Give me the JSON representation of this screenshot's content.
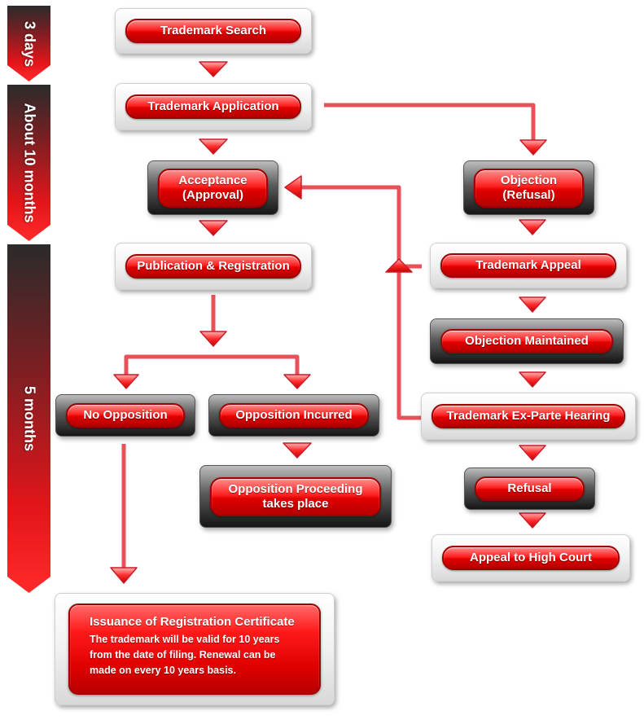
{
  "timeline": [
    {
      "label": "3 days"
    },
    {
      "label": "About 10 months"
    },
    {
      "label": "5 months"
    }
  ],
  "steps": {
    "search": "Trademark Search",
    "application": "Trademark Application",
    "acceptance": [
      "Acceptance",
      "(Approval)"
    ],
    "objection": [
      "Objection",
      "(Refusal)"
    ],
    "publication": "Publication & Registration",
    "appeal": "Trademark Appeal",
    "objection_maintained": "Objection Maintained",
    "no_opposition": "No Opposition",
    "opposition_incurred": "Opposition Incurred",
    "ex_parte": "Trademark Ex-Parte Hearing",
    "opposition_proceeding": [
      "Opposition Proceeding",
      "takes place"
    ],
    "refusal": "Refusal",
    "high_court": "Appeal to High Court"
  },
  "certificate": {
    "title": "Issuance of Registration Certificate",
    "lines": [
      "The trademark will be valid for 10 years",
      "from the date of filing. Renewal can be",
      "made on every 10 years basis."
    ]
  },
  "colors": {
    "accent": "#e50000",
    "arrow_stroke": "#e8505a",
    "arrow_fill": "#ff3030",
    "dark_box": "#1a1a1a",
    "light_box": "#f2f2f2"
  }
}
